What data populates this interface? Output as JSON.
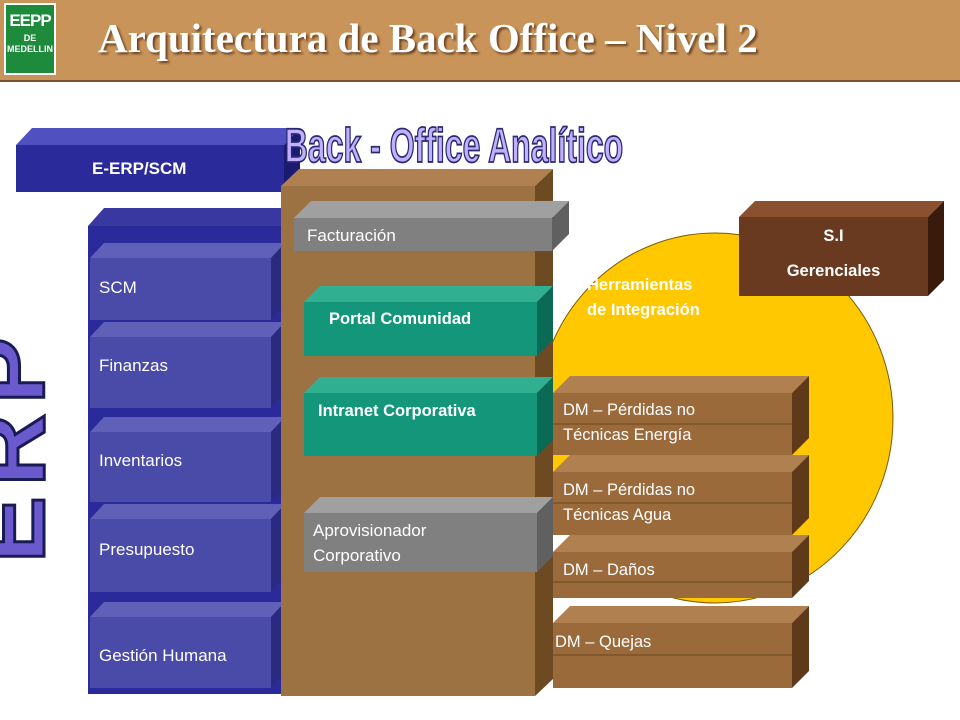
{
  "header": {
    "logo_text": "EEPP",
    "logo_sub1": "DE",
    "logo_sub2": "MEDELLIN",
    "title": "Arquitectura de Back Office – Nivel 2"
  },
  "erp_vertical": "ERP",
  "eerp": "E-ERP/SCM",
  "back_office_title": "Back - Office Analítico",
  "erp_modules": [
    "SCM",
    "Finanzas",
    "Inventarios",
    "Presupuesto",
    "Gestión Humana"
  ],
  "center": {
    "facturacion": "Facturación",
    "portal": "Portal Comunidad",
    "intranet": "Intranet Corporativa",
    "aprov_line1": "Aprovisionador",
    "aprov_line2": "Corporativo"
  },
  "integration": {
    "line1": "Herramientas",
    "line2": "de Integración"
  },
  "si": {
    "line1": "S.I",
    "line2": "Gerenciales"
  },
  "data_marts": {
    "dm1_line1": "DM – Pérdidas no",
    "dm1_line2": "Técnicas Energía",
    "dm2_line1": "DM – Pérdidas no",
    "dm2_line2": "Técnicas Agua",
    "dm3": "DM – Daños",
    "dm4": "DM – Quejas"
  },
  "colors": {
    "header": "#c8945a",
    "erp_blue": "#4a4aa8",
    "eerp_blue": "#2a2a9a",
    "brown": "#9c7243",
    "dm_brown": "#9a6a3a",
    "teal": "#14967a",
    "gray": "#808080",
    "yellow": "#ffc800",
    "si_brown": "#6a3a20",
    "erp_letters": "#6a5acd"
  }
}
